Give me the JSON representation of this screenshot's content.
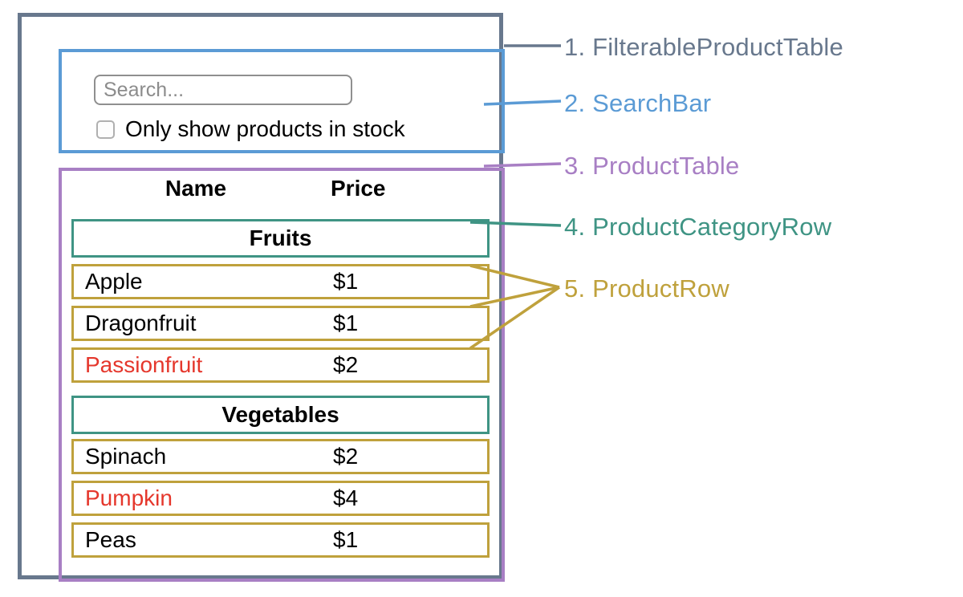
{
  "labels": [
    {
      "text": "1. FilterableProductTable"
    },
    {
      "text": "2. SearchBar"
    },
    {
      "text": "3. ProductTable"
    },
    {
      "text": "4. ProductCategoryRow"
    },
    {
      "text": "5. ProductRow"
    }
  ],
  "search_bar": {
    "input_placeholder": "Search...",
    "input_value": "",
    "checkbox_label": "Only show products in stock",
    "checkbox_checked": false
  },
  "product_table": {
    "headers": {
      "name": "Name",
      "price": "Price"
    },
    "categories": [
      {
        "label": "Fruits",
        "rows": [
          {
            "name": "Apple",
            "price": "$1",
            "highlight": false
          },
          {
            "name": "Dragonfruit",
            "price": "$1",
            "highlight": false
          },
          {
            "name": "Passionfruit",
            "price": "$2",
            "highlight": true
          }
        ]
      },
      {
        "label": "Vegetables",
        "rows": [
          {
            "name": "Spinach",
            "price": "$2",
            "highlight": false
          },
          {
            "name": "Pumpkin",
            "price": "$4",
            "highlight": true
          },
          {
            "name": "Peas",
            "price": "$1",
            "highlight": false
          }
        ]
      }
    ]
  },
  "colors": {
    "filterable_product_table": "#68788d",
    "search_bar": "#5b9bd5",
    "product_table": "#a87fc4",
    "product_category_row": "#3f9484",
    "product_row": "#bfa13c",
    "out_of_stock": "#e5372c"
  }
}
